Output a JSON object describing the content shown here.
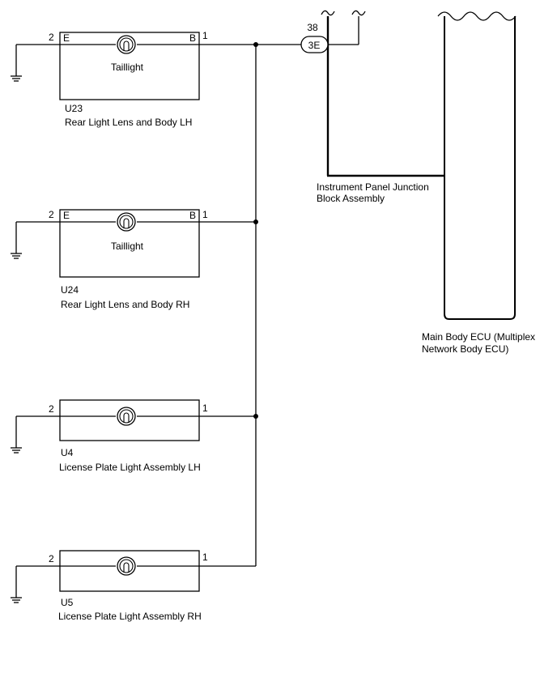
{
  "components": {
    "u23": {
      "code": "U23",
      "name": "Rear Light Lens and Body LH",
      "bulb_label": "Taillight",
      "pin_left_num": "2",
      "pin_right_num": "1",
      "pin_left_name": "E",
      "pin_right_name": "B"
    },
    "u24": {
      "code": "U24",
      "name": "Rear Light Lens and Body RH",
      "bulb_label": "Taillight",
      "pin_left_num": "2",
      "pin_right_num": "1",
      "pin_left_name": "E",
      "pin_right_name": "B"
    },
    "u4": {
      "code": "U4",
      "name": "License Plate Light Assembly LH",
      "pin_left_num": "2",
      "pin_right_num": "1"
    },
    "u5": {
      "code": "U5",
      "name": "License Plate Light Assembly RH",
      "pin_left_num": "2",
      "pin_right_num": "1"
    }
  },
  "junction": {
    "connector": "3E",
    "pin": "38",
    "name_line1": "Instrument Panel Junction",
    "name_line2": "Block Assembly"
  },
  "ecu": {
    "name_line1": "Main Body ECU (Multiplex",
    "name_line2": "Network Body ECU)"
  }
}
